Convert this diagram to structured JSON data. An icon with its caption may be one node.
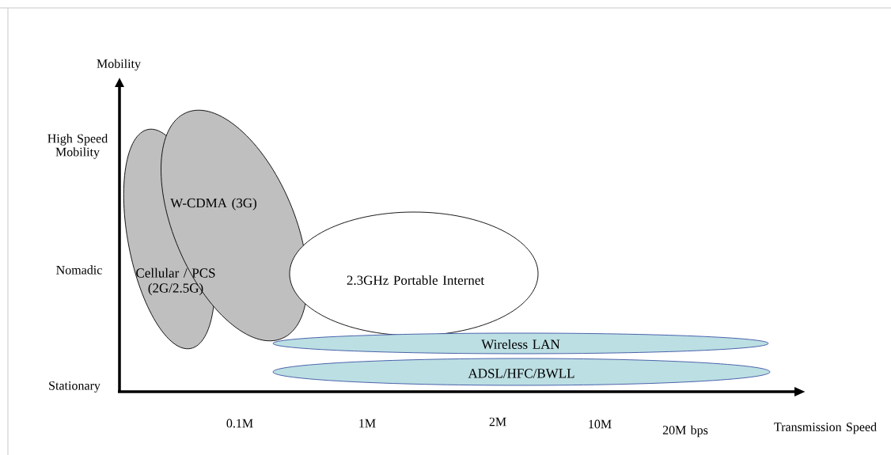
{
  "diagram": {
    "nodes": [
      {
        "text": [
          "Cellular / PCS (2G/2.5G)"
        ]
      },
      {
        "text": [
          "W-CDMA (3G)"
        ]
      },
      {
        "text": [
          "2.3GHz Portable Internet"
        ]
      },
      {
        "text": [
          "Wireless LAN"
        ]
      },
      {
        "text": [
          "ADSL/HFC/BWLL"
        ]
      }
    ],
    "edges": [],
    "labels": [
      "Mobility",
      "High Speed Mobility",
      "Nomadic",
      "Stationary",
      "0.1M",
      "1M",
      "2M",
      "10M",
      "20M bps",
      "Transmission Speed"
    ]
  }
}
